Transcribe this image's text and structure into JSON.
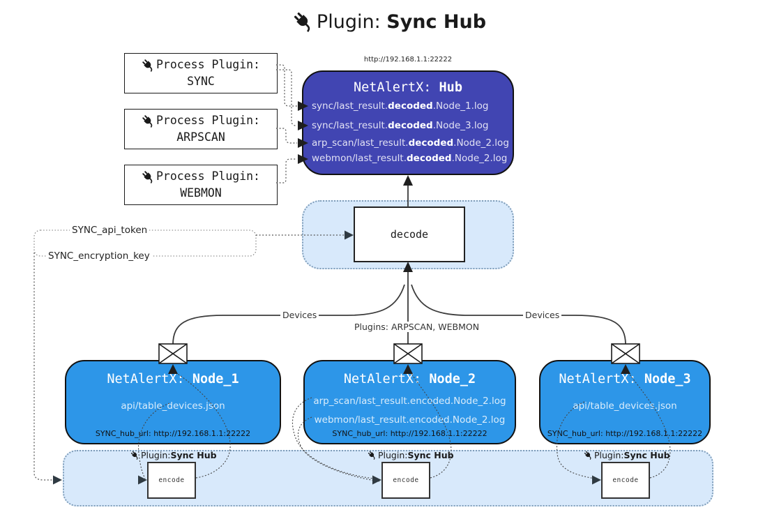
{
  "title": {
    "prefix": "Plugin: ",
    "bold": "Sync Hub"
  },
  "hub_url": "http://192.168.1.1:22222",
  "process_plugins": [
    {
      "label": "Process Plugin:",
      "name": "SYNC"
    },
    {
      "label": "Process Plugin:",
      "name": "ARPSCAN"
    },
    {
      "label": "Process Plugin:",
      "name": "WEBMON"
    }
  ],
  "hub": {
    "name_prefix": "NetAlertX: ",
    "name_bold": "Hub",
    "lines": [
      {
        "pre": "sync/last_result.",
        "bold": "decoded",
        "post": ".Node_1.log"
      },
      {
        "pre": "sync/last_result.",
        "bold": "decoded",
        "post": ".Node_3.log"
      },
      {
        "pre": "arp_scan/last_result.",
        "bold": "decoded",
        "post": ".Node_2.log"
      },
      {
        "pre": "webmon/last_result.",
        "bold": "decoded",
        "post": ".Node_2.log"
      }
    ]
  },
  "decode_box": {
    "label": "decode"
  },
  "config": {
    "api_token": "SYNC_api_token",
    "encryption_key": "SYNC_encryption_key"
  },
  "edge_labels": {
    "devices_left": "Devices",
    "plugins_middle": "Plugins: ARPSCAN, WEBMON",
    "devices_right": "Devices"
  },
  "nodes": [
    {
      "name_prefix": "NetAlertX: ",
      "name_bold": "Node_1",
      "lines": [
        "api/table_devices.json"
      ],
      "footer": "SYNC_hub_url: http://192.168.1.1:22222"
    },
    {
      "name_prefix": "NetAlertX: ",
      "name_bold": "Node_2",
      "lines": [
        "arp_scan/last_result.encoded.Node_2.log",
        "webmon/last_result.encoded.Node_2.log"
      ],
      "footer": "SYNC_hub_url: http://192.168.1.1:22222"
    },
    {
      "name_prefix": "NetAlertX: ",
      "name_bold": "Node_3",
      "lines": [
        "api/table_devices.json"
      ],
      "footer": "SYNC_hub_url: http://192.168.1.1:22222"
    }
  ],
  "encode_plugin": {
    "prefix": "Plugin: ",
    "bold": "Sync Hub",
    "box_label": "encode"
  },
  "colors": {
    "hub-fill": "#4145b2",
    "node-fill": "#2d96e8",
    "band-fill": "#d8e9fb",
    "band-border": "#7f9db9",
    "line": "#3b3b3b",
    "hub-text": "#e2e2f4",
    "node-text": "#d9ecfb"
  }
}
